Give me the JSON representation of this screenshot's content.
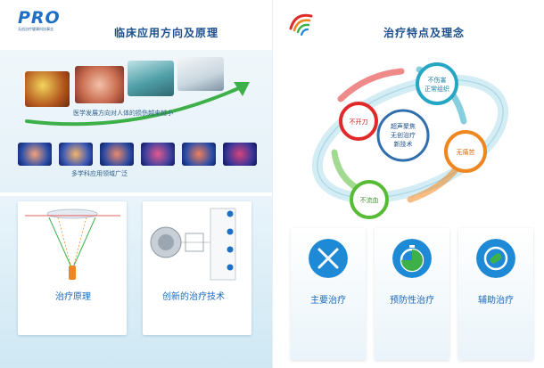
{
  "header": {
    "logo_text": "PRO",
    "logo_sub1": "无创治疗健康科技事业",
    "logo_sub2": "",
    "left_title": "临床应用方向及原理",
    "right_title": "治疗特点及理念"
  },
  "left_panel": {
    "caption_top": "医学发展方向对人体的损伤越来越小",
    "caption_mid": "多学科应用领域广泛",
    "cards": [
      {
        "title": "治疗原理",
        "text": ""
      },
      {
        "title": "创新的治疗技术",
        "text": ""
      }
    ]
  },
  "right_panel": {
    "diagram": {
      "center": [
        "超声聚焦",
        "无创治疗",
        "新技术"
      ],
      "nodes": [
        {
          "label": [
            "不伤害",
            "正常组织"
          ],
          "color": "#24a6c4"
        },
        {
          "label": [
            "无痛苦"
          ],
          "color": "#f0861f"
        },
        {
          "label": [
            "不流血"
          ],
          "color": "#56bb35"
        },
        {
          "label": [
            "不开刀"
          ],
          "color": "#e02a2a"
        }
      ]
    },
    "cards": [
      {
        "title": "主要治疗",
        "text": "",
        "icon": "scalpel-cross-icon",
        "color": "#1e8ad6"
      },
      {
        "title": "预防性治疗",
        "text": "",
        "icon": "stopwatch-icon",
        "color": "#1e8ad6"
      },
      {
        "title": "辅助治疗",
        "text": "",
        "icon": "pill-capsule-icon",
        "color": "#1e8ad6"
      }
    ]
  },
  "colors": {
    "brand_blue": "#1e6fc6",
    "title_blue": "#1b4f8c",
    "arrow_green": "#3db04a"
  }
}
